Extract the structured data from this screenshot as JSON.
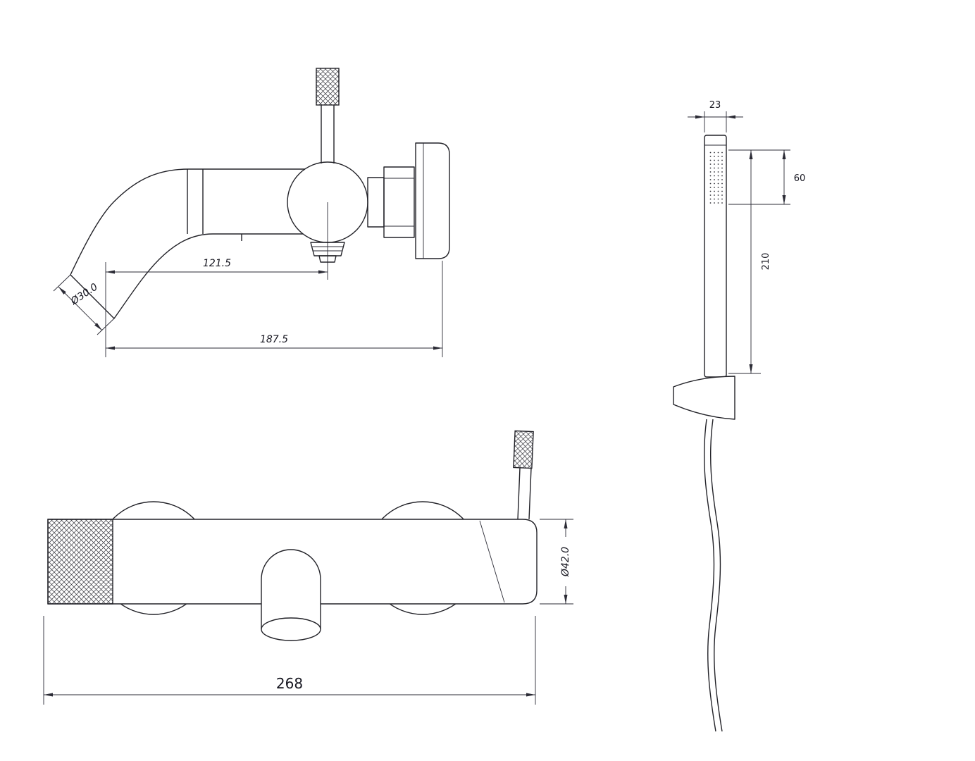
{
  "drawing": {
    "background": "#ffffff",
    "line_color": "#222228",
    "text_color": "#15151f",
    "views": {
      "spout_side": {
        "name": "wall-mounted bath spout, side view",
        "dims": {
          "spout_reach": "121.5",
          "spout_outlet_diameter": "Ø30.0",
          "total_projection": "187.5"
        }
      },
      "mixer_front": {
        "name": "bath mixer body, front view",
        "dims": {
          "body_diameter": "Ø42.0",
          "overall_width": "268"
        }
      },
      "handshower": {
        "name": "hand shower with holder and hose, side view",
        "dims": {
          "head_width": "23",
          "spray_face_height": "60",
          "handset_length": "210"
        }
      }
    }
  }
}
